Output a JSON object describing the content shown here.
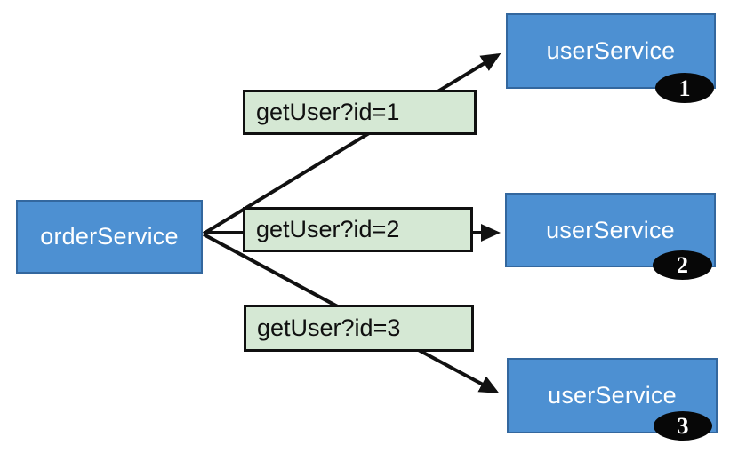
{
  "diagram": {
    "order_service": {
      "label": "orderService"
    },
    "requests": [
      {
        "label": "getUser?id=1"
      },
      {
        "label": "getUser?id=2"
      },
      {
        "label": "getUser?id=3"
      }
    ],
    "user_services": [
      {
        "label": "userService",
        "badge": "1"
      },
      {
        "label": "userService",
        "badge": "2"
      },
      {
        "label": "userService",
        "badge": "3"
      }
    ],
    "colors": {
      "service_fill": "#4d90d2",
      "service_border": "#33679e",
      "service_text": "#ffffff",
      "request_fill": "#d5e8d4",
      "request_border": "#101010",
      "request_text": "#101010",
      "badge_fill": "#070707",
      "badge_text": "#ffffff",
      "arrow": "#111111",
      "background": "#ffffff"
    }
  }
}
